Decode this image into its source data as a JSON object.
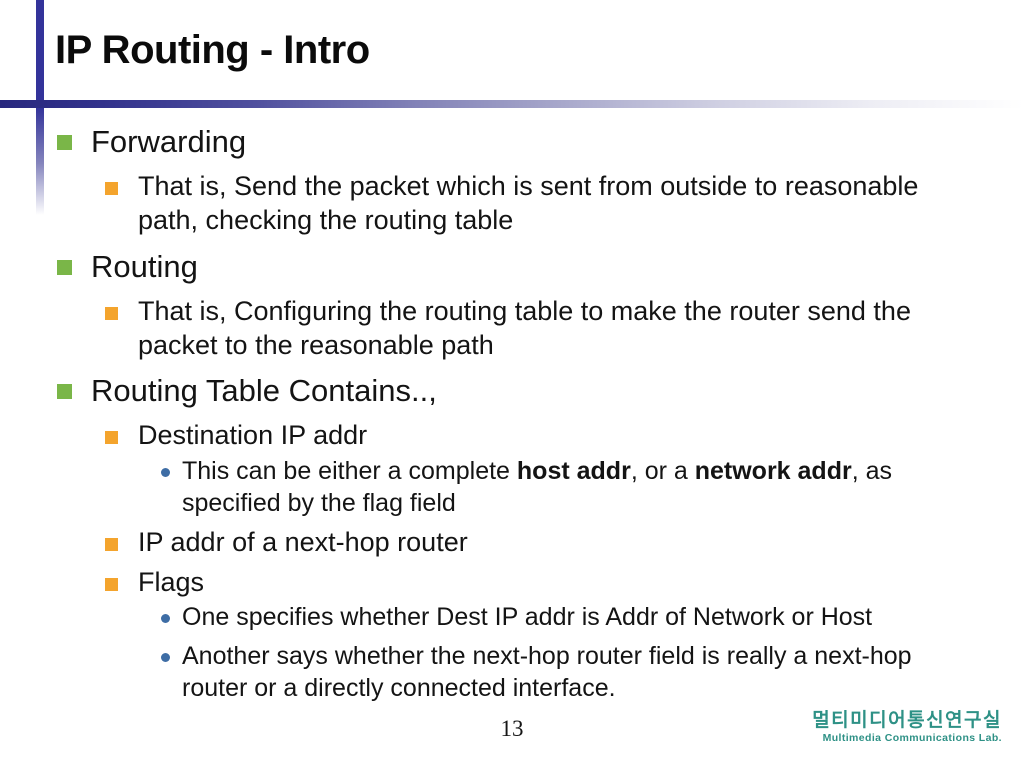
{
  "header": {
    "title": "IP Routing - Intro"
  },
  "content": {
    "items": [
      {
        "level": 1,
        "bullet": "green-square",
        "text": "Forwarding"
      },
      {
        "level": 2,
        "bullet": "orange-square",
        "text": "That is, Send the packet which is sent from outside to reasonable\npath, checking the routing table"
      },
      {
        "level": 1,
        "bullet": "green-square",
        "text": "Routing"
      },
      {
        "level": 2,
        "bullet": "orange-square",
        "text": "That is, Configuring the routing table to make the router send the\npacket to the reasonable path"
      },
      {
        "level": 1,
        "bullet": "green-square",
        "text": "Routing Table Contains..,"
      },
      {
        "level": 2,
        "bullet": "orange-square",
        "text": "Destination IP addr"
      },
      {
        "level": 3,
        "bullet": "blue-dot",
        "segments": [
          {
            "text": "This can be either a complete "
          },
          {
            "text": "host addr",
            "bold": true
          },
          {
            "text": ", or a "
          },
          {
            "text": "network addr",
            "bold": true
          },
          {
            "text": ", as\nspecified by the flag field"
          }
        ]
      },
      {
        "level": 2,
        "bullet": "orange-square",
        "text": "IP addr of a next-hop router"
      },
      {
        "level": 2,
        "bullet": "orange-square",
        "text": "Flags"
      },
      {
        "level": 3,
        "bullet": "blue-dot",
        "text": "One specifies whether Dest IP addr is Addr of Network or Host"
      },
      {
        "level": 3,
        "bullet": "blue-dot",
        "text": "Another says whether the next-hop router field is really a next-hop\nrouter or a directly connected interface."
      }
    ]
  },
  "footer": {
    "page_number": "13",
    "logo_korean": "멀티미디어통신연구실",
    "logo_english": "Multimedia Communications Lab."
  },
  "colors": {
    "accent_navy": "#33339a",
    "bullet_green": "#7ab648",
    "bullet_orange": "#f4a42d",
    "bullet_blue": "#3e6da5",
    "logo_teal": "#2e9186",
    "body_text": "#141414"
  }
}
